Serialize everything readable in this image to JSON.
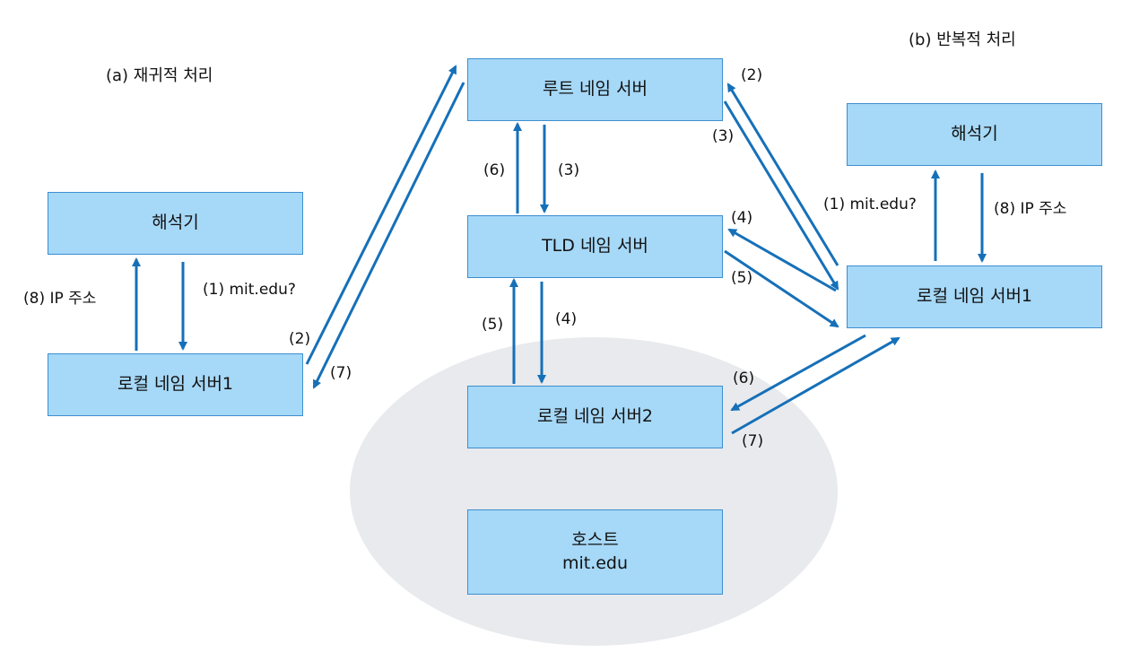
{
  "titles": {
    "recursive": "(a) 재귀적 처리",
    "iterative": "(b) 반복적 처리"
  },
  "nodes": {
    "resolver_a": "해석기",
    "local1_a": "로컬 네임 서버1",
    "root": "루트 네임 서버",
    "tld": "TLD 네임 서버",
    "local2": "로컬 네임 서버2",
    "host_line1": "호스트",
    "host_line2": "mit.edu",
    "resolver_b": "해석기",
    "local1_b": "로컬 네임 서버1"
  },
  "labels": {
    "a_ip": "(8) IP 주소",
    "a_query": "(1) mit.edu?",
    "a_2": "(2)",
    "a_7": "(7)",
    "root_tld_6": "(6)",
    "root_tld_3": "(3)",
    "tld_l2_5": "(5)",
    "tld_l2_4": "(4)",
    "b_2": "(2)",
    "b_3": "(3)",
    "b_4": "(4)",
    "b_5": "(5)",
    "b_6": "(6)",
    "b_7": "(7)",
    "b_query": "(1) mit.edu?",
    "b_ip": "(8) IP 주소"
  },
  "colors": {
    "node_fill": "#a6d8f7",
    "node_border": "#3d8fd0",
    "arrow": "#1670b8",
    "ellipse": "#e8eaed"
  }
}
